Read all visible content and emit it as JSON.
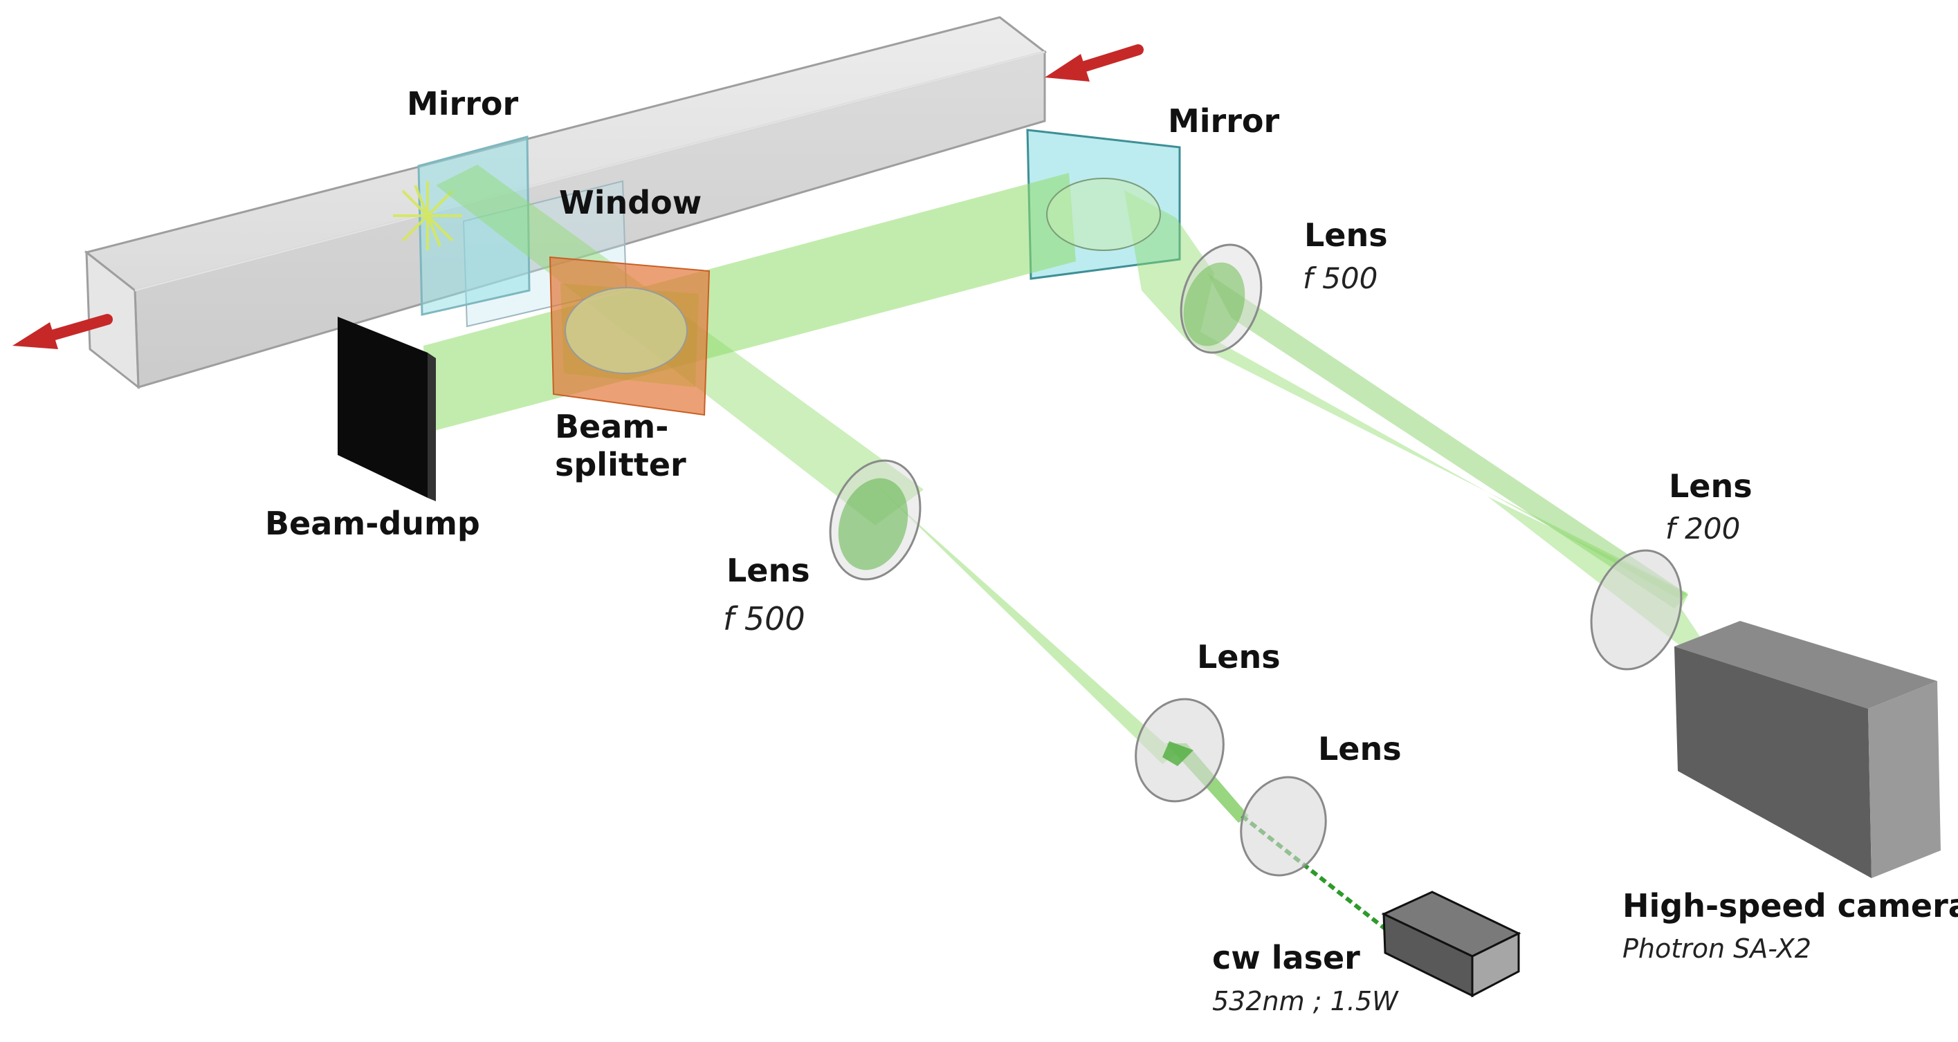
{
  "labels": {
    "mirror_left": "Mirror",
    "mirror_right": "Mirror",
    "window": "Window",
    "lens_upper_right": "Lens",
    "lens_upper_right_focal": "f 500",
    "lens_middle": "Lens",
    "lens_middle_focal": "f 500",
    "lens_camera": "Lens",
    "lens_camera_focal": "f 200",
    "lens_expander_1": "Lens",
    "lens_expander_2": "Lens",
    "beamsplitter": "Beam-\nsplitter",
    "beam_dump": "Beam-dump",
    "camera": "High-speed camera",
    "camera_model": "Photron SA-X2",
    "laser": "cw laser",
    "laser_spec": "532nm ; 1.5W"
  },
  "colors": {
    "beam": "#8fdc6a",
    "duct": "#bdbdbd",
    "mirror": "#8fdfe6",
    "beamsplitter": "#e2793a",
    "arrow": "#c62828",
    "device": "#6f6f6f"
  }
}
